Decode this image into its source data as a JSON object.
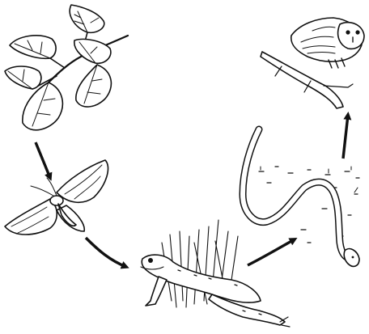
{
  "diagram": {
    "organisms": [
      {
        "id": "leaves",
        "name": "leaf-cluster"
      },
      {
        "id": "moth",
        "name": "moth"
      },
      {
        "id": "frog",
        "name": "frog"
      },
      {
        "id": "snake",
        "name": "snake"
      },
      {
        "id": "owl",
        "name": "owl"
      }
    ],
    "arrows": [
      {
        "from": "leaves",
        "to": "moth"
      },
      {
        "from": "moth",
        "to": "frog"
      },
      {
        "from": "frog",
        "to": "snake"
      },
      {
        "from": "snake",
        "to": "owl"
      }
    ],
    "colors": {
      "ink": "#111111",
      "background": "#ffffff"
    }
  }
}
